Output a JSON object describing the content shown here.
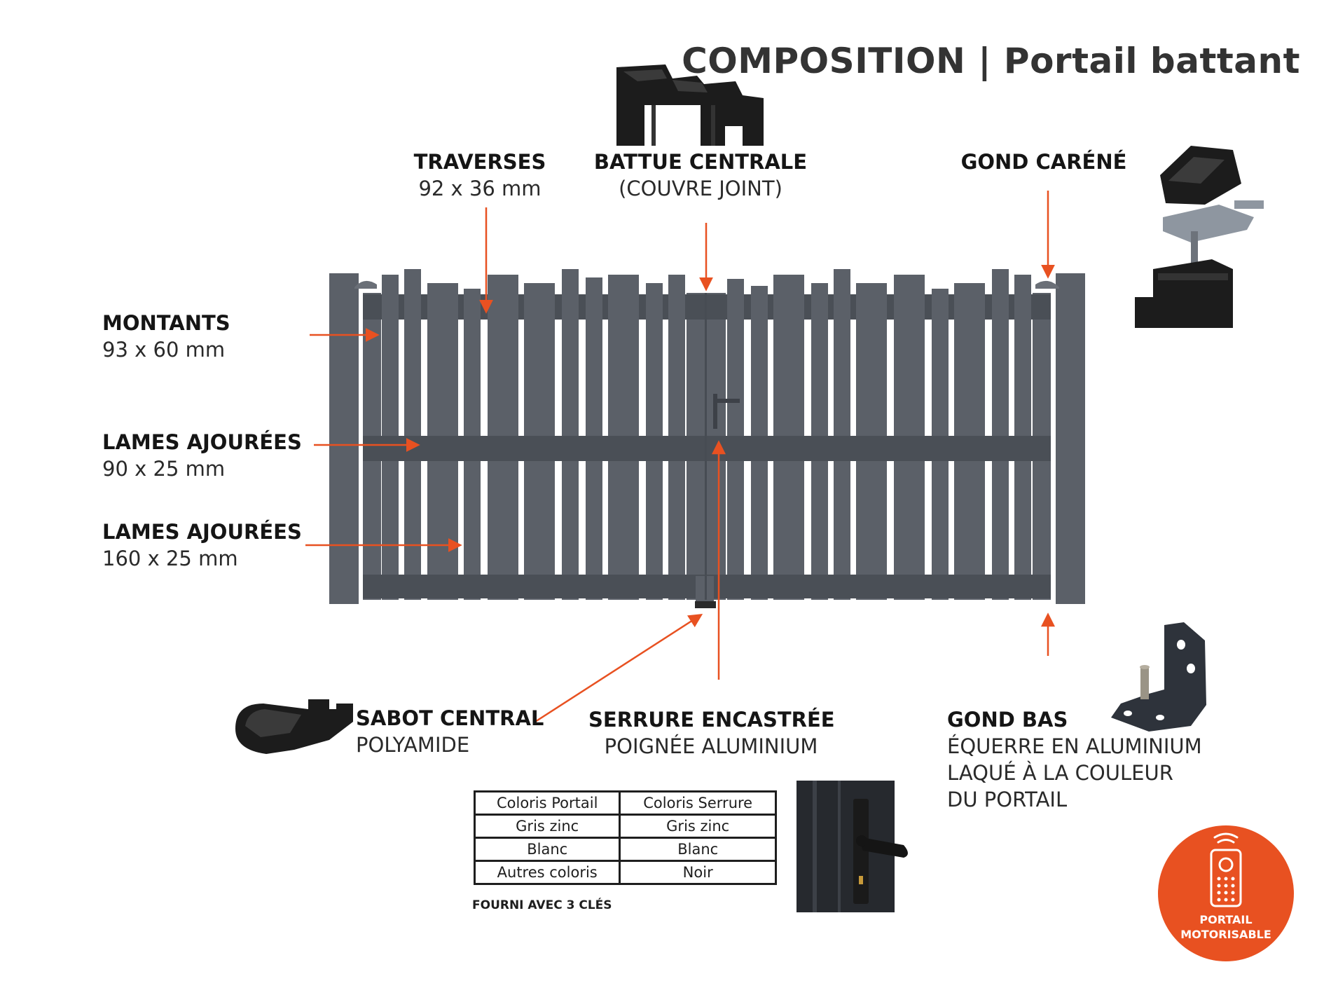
{
  "title": "COMPOSITION | Portail battant",
  "labels": {
    "traverses": {
      "heading": "TRAVERSES",
      "sub": "92 x 36 mm"
    },
    "battue": {
      "heading": "BATTUE CENTRALE",
      "sub": "(COUVRE JOINT)"
    },
    "gond_carene": {
      "heading": "GOND CARÉNÉ"
    },
    "montants": {
      "heading": "MONTANTS",
      "sub": "93 x 60 mm"
    },
    "lames_90": {
      "heading": "LAMES AJOURÉES",
      "sub": "90 x 25 mm"
    },
    "lames_160": {
      "heading": "LAMES AJOURÉES",
      "sub": "160 x 25 mm"
    },
    "sabot": {
      "heading": "SABOT CENTRAL",
      "sub": "POLYAMIDE"
    },
    "serrure": {
      "heading": "SERRURE ENCASTRÉE",
      "sub": "POIGNÉE ALUMINIUM"
    },
    "gond_bas": {
      "heading": "GOND BAS",
      "line1": "ÉQUERRE EN ALUMINIUM",
      "line2": "LAQUÉ À LA COULEUR",
      "line3": "DU PORTAIL"
    }
  },
  "color_table": {
    "headers": [
      "Coloris Portail",
      "Coloris Serrure"
    ],
    "rows": [
      [
        "Gris zinc",
        "Gris zinc"
      ],
      [
        "Blanc",
        "Blanc"
      ],
      [
        "Autres coloris",
        "Noir"
      ]
    ]
  },
  "keys_note": "FOURNI AVEC 3 CLÉS",
  "badge": {
    "line1": "PORTAIL",
    "line2": "MOTORISABLE"
  },
  "colors": {
    "gate": "#5b6068",
    "gate_dark": "#4a4f56",
    "arrow": "#e85121",
    "black_part": "#1c1c1c"
  },
  "icons": [
    "remote-control-icon",
    "wifi-signal-icon"
  ]
}
